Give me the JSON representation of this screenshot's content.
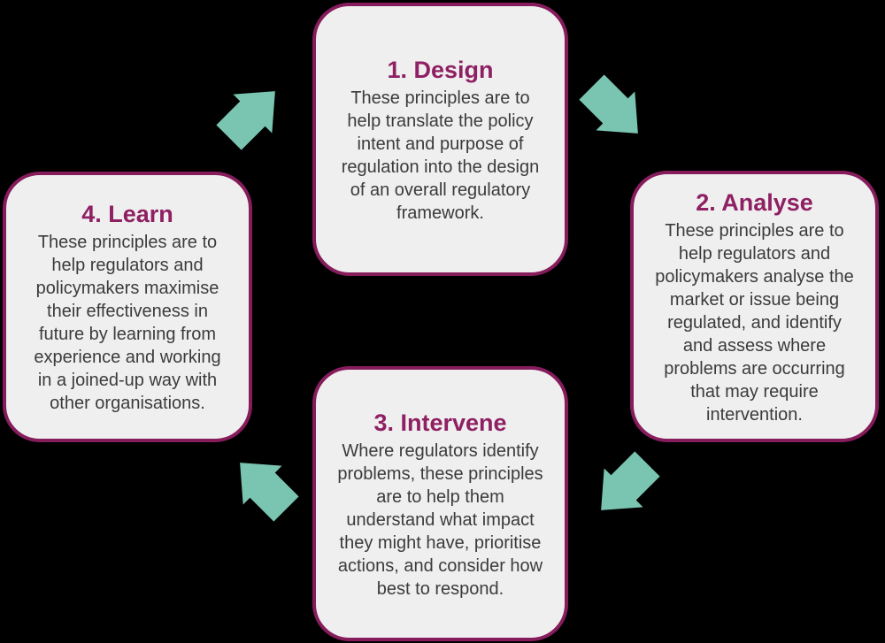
{
  "diagram": {
    "type": "cycle",
    "colors": {
      "background": "#000000",
      "card_fill": "#F0EFEF",
      "card_border": "#861C5C",
      "title": "#8E2063",
      "body_text": "#3B3B3B",
      "arrow": "#7AC5B1"
    },
    "stages": [
      {
        "id": "design",
        "title": "1. Design",
        "body": "These principles are to help translate the policy intent and purpose of regulation into the design of an overall regulatory framework."
      },
      {
        "id": "analyse",
        "title": "2. Analyse",
        "body": "These principles are to help regulators and policymakers analyse the market or issue being regulated, and identify and assess where problems are occurring that may require intervention."
      },
      {
        "id": "intervene",
        "title": "3. Intervene",
        "body": "Where regulators identify problems, these principles are to help them understand what impact they might have, prioritise actions, and consider how best to respond."
      },
      {
        "id": "learn",
        "title": "4. Learn",
        "body": "These principles are to help regulators and policymakers maximise their effectiveness in future by learning from experience and working in a joined-up way with other organisations."
      }
    ],
    "arrows": [
      {
        "name": "learn-to-design",
        "direction": "northeast"
      },
      {
        "name": "design-to-analyse",
        "direction": "southeast"
      },
      {
        "name": "analyse-to-intervene",
        "direction": "southwest"
      },
      {
        "name": "intervene-to-learn",
        "direction": "northwest"
      }
    ]
  }
}
